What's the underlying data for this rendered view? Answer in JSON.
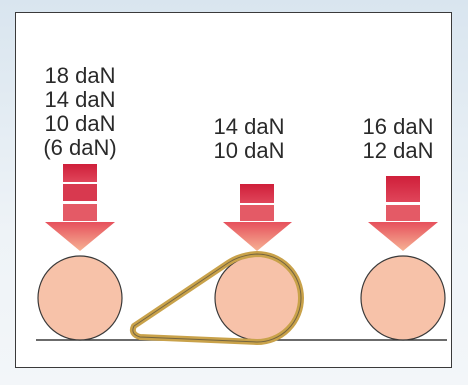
{
  "diagram": {
    "left": {
      "lines": [
        "18 daN",
        "14 daN",
        "10 daN",
        "(6 daN)"
      ]
    },
    "middle": {
      "lines": [
        "14 daN",
        "10 daN"
      ]
    },
    "right": {
      "lines": [
        "16 daN",
        "12 daN"
      ]
    },
    "colors": {
      "arrow_dark": "#d4223e",
      "arrow_light": "#f4a98e",
      "roller_fill": "#f7c2a9",
      "roller_stroke": "#3a3a3a",
      "belt": "#c9a24a",
      "ground": "#3a3a3a",
      "frame_bg": "#ffffff"
    }
  }
}
